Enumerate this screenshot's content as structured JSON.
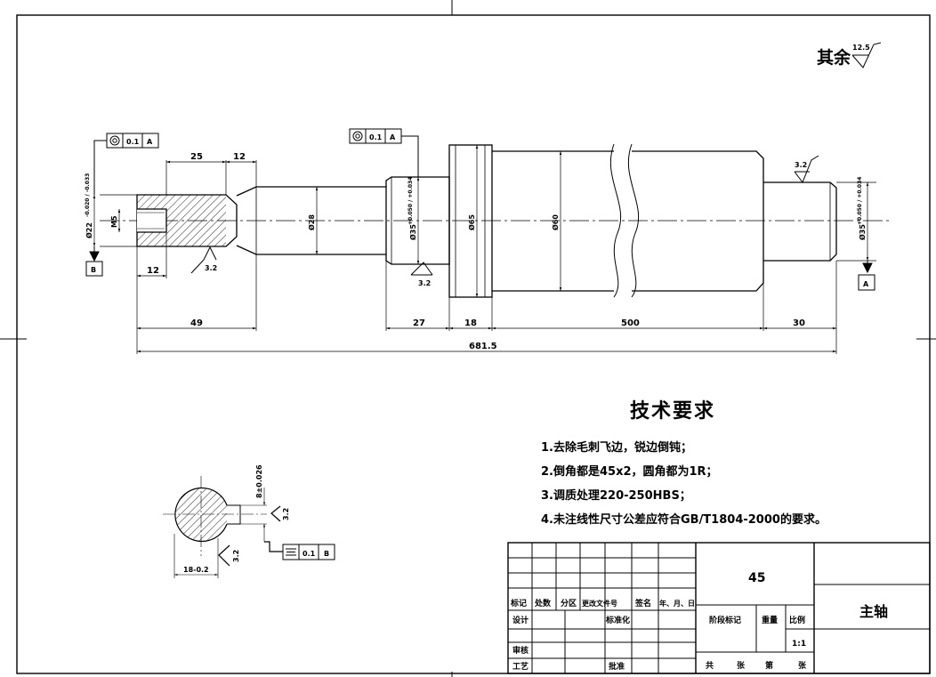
{
  "roughness_note": {
    "label": "其余",
    "value": "12.5"
  },
  "gdt": {
    "left_frame": {
      "tolerance": "0.1",
      "datum": "A"
    },
    "mid_frame": {
      "tolerance": "0.1",
      "datum": "A"
    },
    "section_frame": {
      "tolerance": "0.1",
      "datum": "B"
    },
    "datum_B": "B",
    "datum_A": "A"
  },
  "roughness": {
    "left_under": "3.2",
    "mid_under": "3.2",
    "right_top": "3.2",
    "section_key": "3.2",
    "section_bottom": "3.2"
  },
  "dims": {
    "d25": "25",
    "d12_top": "12",
    "d12_bottom": "12",
    "d49": "49",
    "d27": "27",
    "d18": "18",
    "d500": "500",
    "d30": "30",
    "d681": "681.5",
    "m5": "M5",
    "dia22": "Ø22",
    "dia22_tol": "-0.020 / -0.033",
    "dia28": "Ø28",
    "dia35_left": "Ø35",
    "dia35_left_tol": "+0.050 / +0.034",
    "dia65": "Ø65",
    "dia60": "Ø60",
    "dia35_right": "Ø35",
    "dia35_right_tol": "+0.050 / +0.034",
    "key_width": "8±0.026",
    "key_depth": "18-0.2"
  },
  "tech": {
    "title": "技术要求",
    "items": [
      "1.去除毛刺飞边，锐边倒钝；",
      "2.倒角都是45x2，圆角都为1R；",
      "3.调质处理220-250HBS；",
      "4.未注线性尺寸公差应符合GB/T1804-2000的要求。"
    ]
  },
  "title_block": {
    "material": "45",
    "part_name": "主轴",
    "scale": "1:1",
    "labels": {
      "mark": "标记",
      "count": "处数",
      "zone": "分区",
      "change_doc": "更改文件号",
      "sign": "签名",
      "date": "年、月、日",
      "design": "设计",
      "standard": "标准化",
      "stage_mark": "阶段标记",
      "weight": "重量",
      "ratio": "比例",
      "review": "审核",
      "process": "工艺",
      "approve": "批准",
      "total": "共",
      "sheet": "张",
      "nth": "第",
      "sheet2": "张"
    }
  }
}
